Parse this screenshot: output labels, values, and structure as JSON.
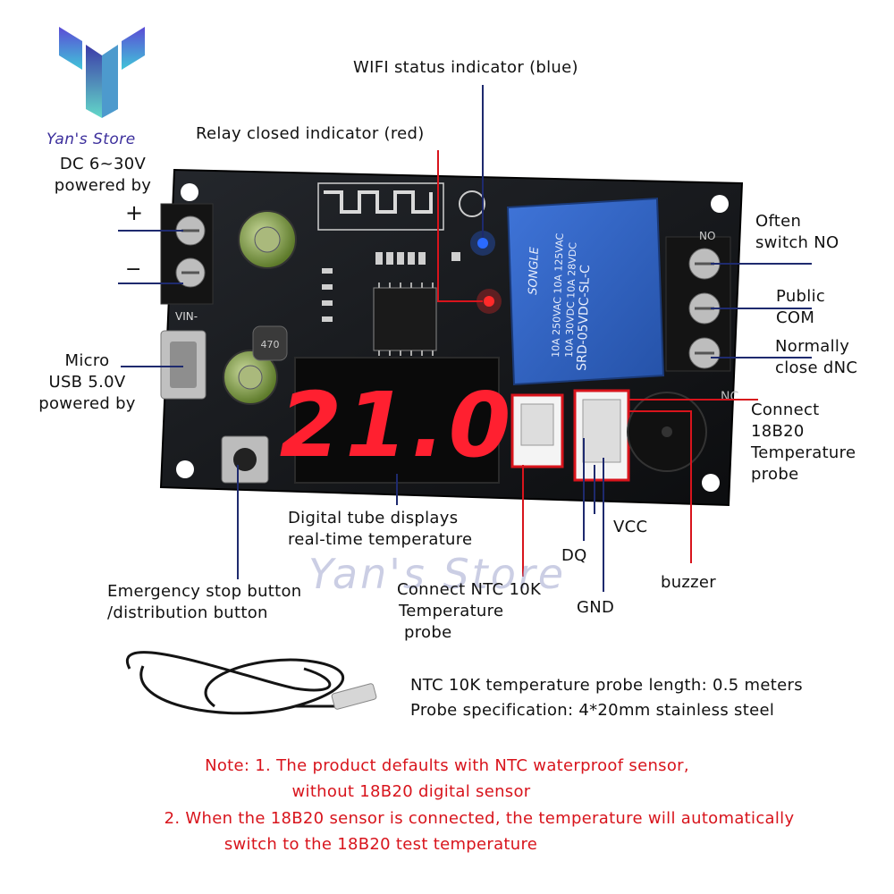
{
  "brand": {
    "name": "Yan's Store"
  },
  "watermark": "Yan's Store",
  "display": {
    "reading": "21.0"
  },
  "labels": {
    "wifi": "WIFI status indicator (blue)",
    "relay_led": "Relay closed indicator (red)",
    "dc_power": [
      "DC 6~30V",
      "powered by"
    ],
    "plus": "+",
    "minus": "−",
    "usb_power": [
      "Micro",
      "USB 5.0V",
      "powered by"
    ],
    "no": [
      "Often",
      "switch NO"
    ],
    "com": [
      "Public",
      "COM"
    ],
    "nc": [
      "Normally",
      "close dNC"
    ],
    "ds18b20": [
      "Connect",
      "18B20",
      "Temperature",
      "probe"
    ],
    "display": [
      "Digital tube displays",
      "real-time temperature"
    ],
    "button": [
      "Emergency stop button",
      "/distribution button"
    ],
    "ntc": [
      "Connect NTC 10K",
      "Temperature",
      "probe"
    ],
    "vcc": "VCC",
    "dq": "DQ",
    "gnd": "GND",
    "buzzer": "buzzer"
  },
  "probe_spec": [
    "NTC 10K temperature probe length: 0.5 meters",
    "Probe specification: 4*20mm stainless steel"
  ],
  "notes": [
    "Note: 1. The product defaults with NTC waterproof sensor,",
    "without 18B20 digital sensor",
    "2. When the 18B20 sensor is connected, the temperature will automatically",
    "switch to the 18B20 test temperature"
  ],
  "board": {
    "relay_text": [
      "SONGLE",
      "SRD-05VDC-SL-C",
      "10A 250VAC 10A 125VAC",
      "10A 30VDC 10A 28VDC"
    ],
    "terminal_top": "NO",
    "terminal_bottom": "NC",
    "vin_label": "VIN-",
    "inductor": "470",
    "colors": {
      "pcb": "#15171a",
      "relay": "#2f63c2",
      "digit": "#ff2030",
      "line": "#1e2a6e",
      "accent_red": "#d8141c",
      "led_blue": "#2a6bff",
      "led_red": "#ff2a2a"
    }
  }
}
